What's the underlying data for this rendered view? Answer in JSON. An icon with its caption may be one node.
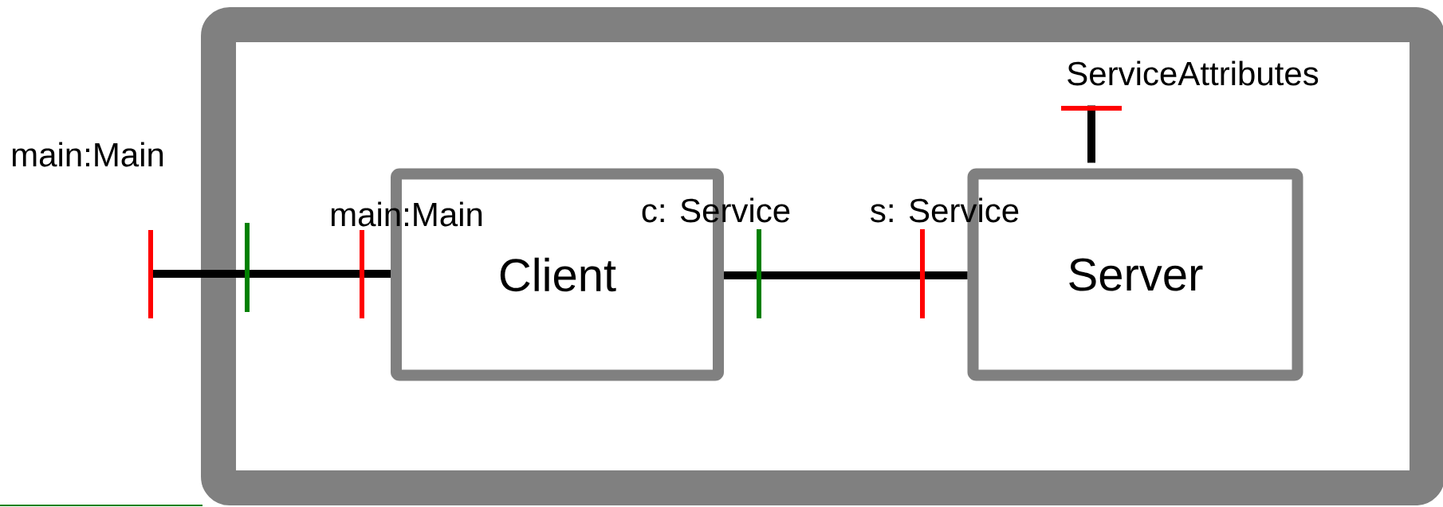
{
  "diagram": {
    "nodes": [
      {
        "text": [
          "main:Main"
        ]
      },
      {
        "text": [
          "Client"
        ],
        "in": 0
      },
      {
        "text": [
          "Server"
        ],
        "in": 0
      }
    ],
    "edges": [
      {
        "from": 0,
        "to": 1,
        "arrow": "none"
      },
      {
        "from": 1,
        "to": 2,
        "arrow": "none"
      },
      {
        "from": 2,
        "to": null,
        "arrow": "none"
      }
    ],
    "labels": [
      "main:Main",
      "c: Service",
      "s: Service",
      "ServiceAttributes"
    ]
  }
}
